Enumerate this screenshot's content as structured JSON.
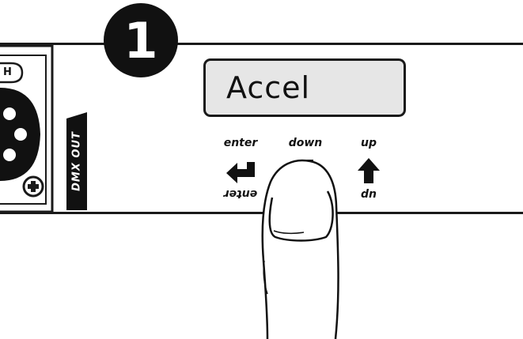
{
  "step": {
    "number": "1"
  },
  "display": {
    "text": "Accel"
  },
  "buttons": {
    "enter": {
      "top_label": "enter",
      "bottom_label": "enter"
    },
    "down": {
      "top_label": "down"
    },
    "up": {
      "top_label": "up",
      "bottom_label": "dn"
    }
  },
  "connector": {
    "label": "DMX OUT",
    "partial_label": "H"
  },
  "icons": [
    "enter-arrow-icon",
    "up-arrow-icon",
    "xlr-connector-icon",
    "finger-icon"
  ]
}
